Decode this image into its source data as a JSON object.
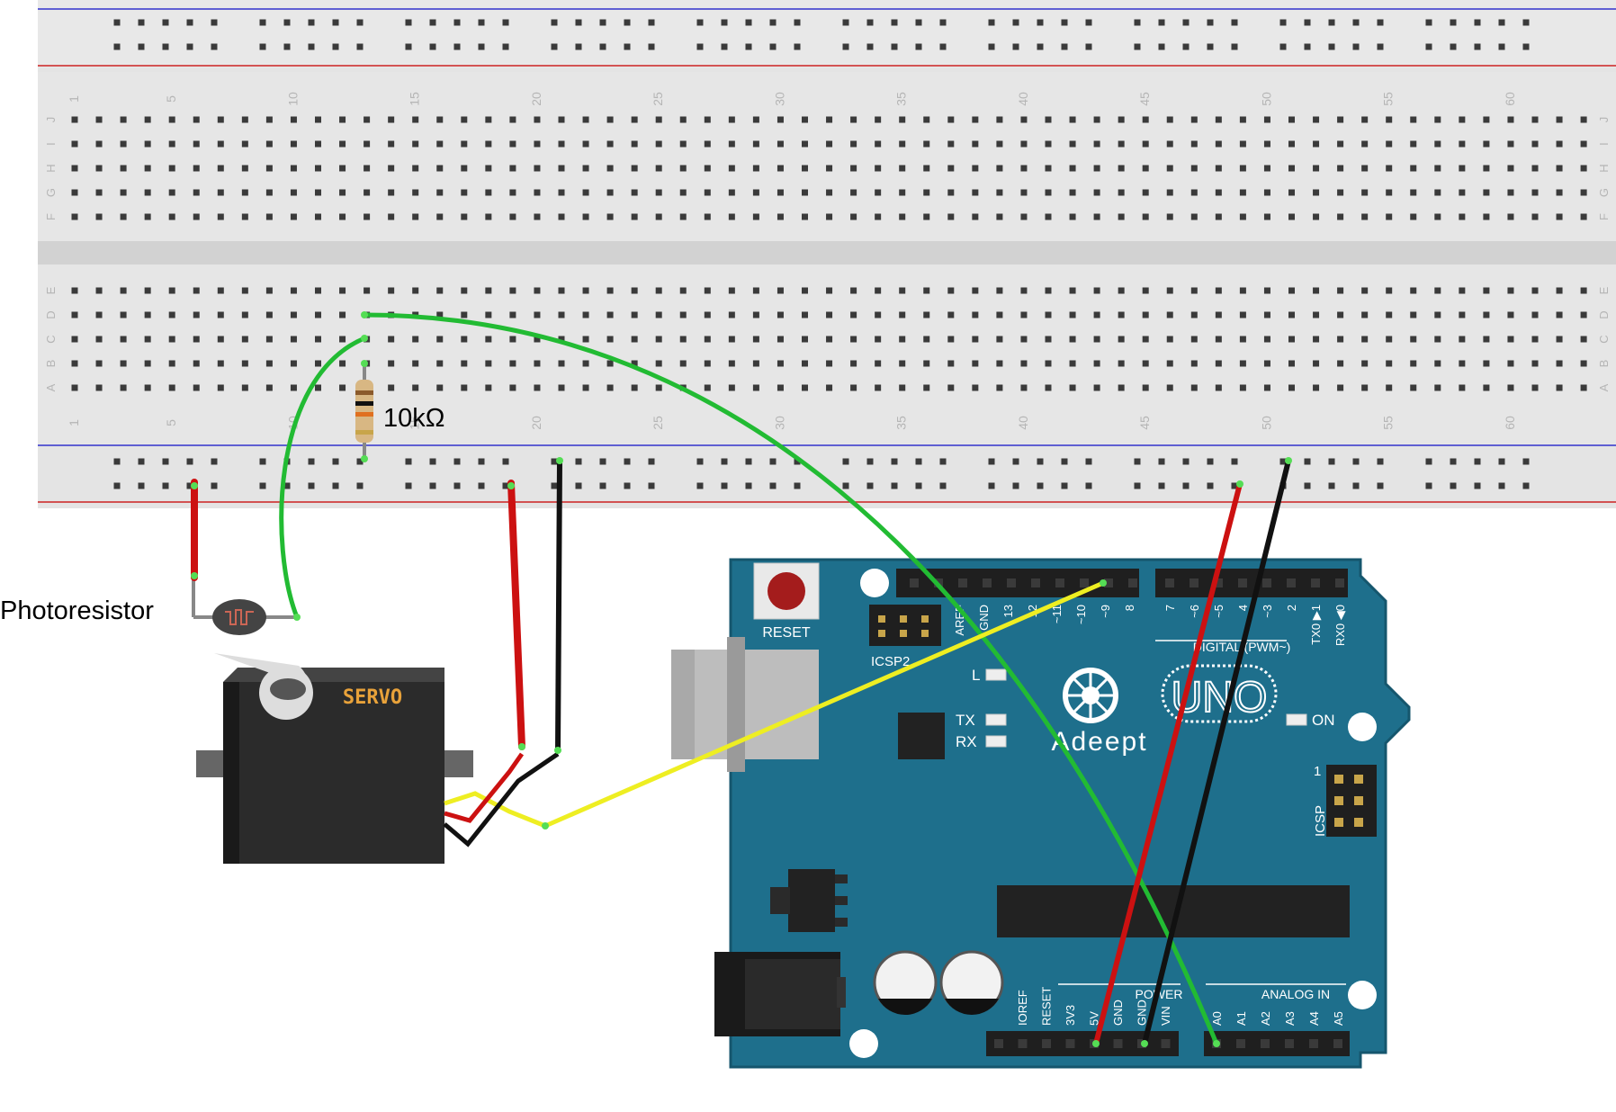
{
  "breadboard": {
    "column_numbers": [
      "1",
      "5",
      "10",
      "15",
      "20",
      "25",
      "30",
      "35",
      "40",
      "45",
      "50",
      "55",
      "60"
    ],
    "top_row_letters": [
      "J",
      "I",
      "H",
      "G",
      "F"
    ],
    "bottom_row_letters": [
      "E",
      "D",
      "C",
      "B",
      "A"
    ]
  },
  "components": {
    "resistor_label": "10kΩ",
    "photoresistor_label": "Photoresistor",
    "servo_label": "SERVO"
  },
  "arduino": {
    "brand": "Adeept",
    "model": "UNO",
    "reset_label": "RESET",
    "icsp2_label": "ICSP2",
    "icsp_label": "ICSP",
    "icsp_pin1": "1",
    "led_l": "L",
    "led_tx": "TX",
    "led_rx": "RX",
    "led_on": "ON",
    "digital_label": "DIGITAL (PWM~)",
    "power_label": "POWER",
    "analog_label": "ANALOG IN",
    "digital_pins_left": [
      "AREF",
      "GND",
      "13",
      "12",
      "~11",
      "~10",
      "~9",
      "8"
    ],
    "digital_pins_right": [
      "7",
      "~6",
      "~5",
      "4",
      "~3",
      "2",
      "TX0 ▶1",
      "RX0 ◀0"
    ],
    "power_pins": [
      "IOREF",
      "RESET",
      "3V3",
      "5V",
      "GND",
      "GND",
      "VIN"
    ],
    "analog_pins": [
      "A0",
      "A1",
      "A2",
      "A3",
      "A4",
      "A5"
    ]
  },
  "colors": {
    "board": "#1e6f8c",
    "board_edge": "#15566d",
    "breadboard": "#e6e6e6",
    "rail_blue": "#3333cc",
    "rail_red": "#cc2222",
    "wire_green": "#22bb33",
    "wire_red": "#cc1111",
    "wire_black": "#222222",
    "wire_yellow": "#eeee22"
  }
}
